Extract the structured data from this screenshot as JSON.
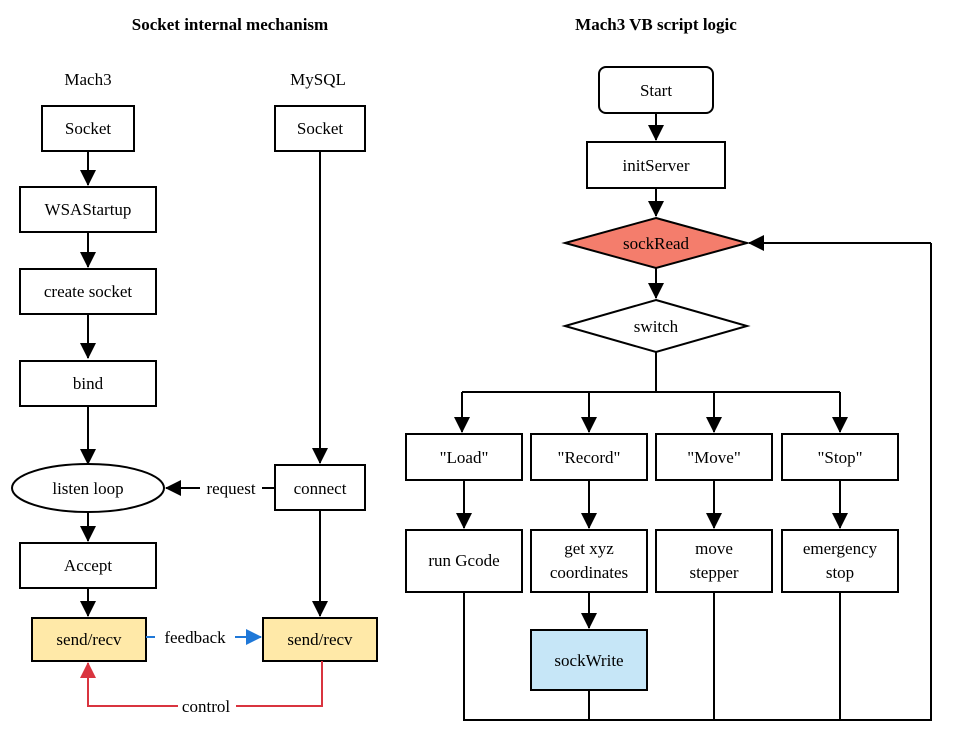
{
  "left": {
    "title": "Socket  internal mechanism",
    "mach3_header": "Mach3",
    "mysql_header": "MySQL",
    "mach3_nodes": {
      "socket": "Socket",
      "wsastartup": "WSAStartup",
      "create_socket": "create socket",
      "bind": "bind",
      "listen_loop": "listen loop",
      "accept": "Accept",
      "send_recv": "send/recv"
    },
    "mysql_nodes": {
      "socket": "Socket",
      "connect": "connect",
      "send_recv": "send/recv"
    },
    "edge_labels": {
      "request": "request",
      "feedback": "feedback",
      "control": "control"
    }
  },
  "right": {
    "title": "Mach3 VB script  logic",
    "nodes": {
      "start": "Start",
      "init_server": "initServer",
      "sock_read": "sockRead",
      "switch": "switch",
      "case_load": "\"Load\"",
      "case_record": "\"Record\"",
      "case_move": "\"Move\"",
      "case_stop": "\"Stop\"",
      "run_gcode": "run Gcode",
      "get_xyz_1": "get xyz",
      "get_xyz_2": "coordinates",
      "move_stepper_1": "move",
      "move_stepper_2": "stepper",
      "emergency_stop_1": "emergency",
      "emergency_stop_2": "stop",
      "sock_write": "sockWrite"
    }
  },
  "colors": {
    "send_recv_fill": "#ffe9a8",
    "sock_write_fill": "#c6e6f7",
    "sock_read_fill": "#f47d6c",
    "feedback_arrow": "#1f78d8",
    "control_arrow": "#d9343f"
  }
}
